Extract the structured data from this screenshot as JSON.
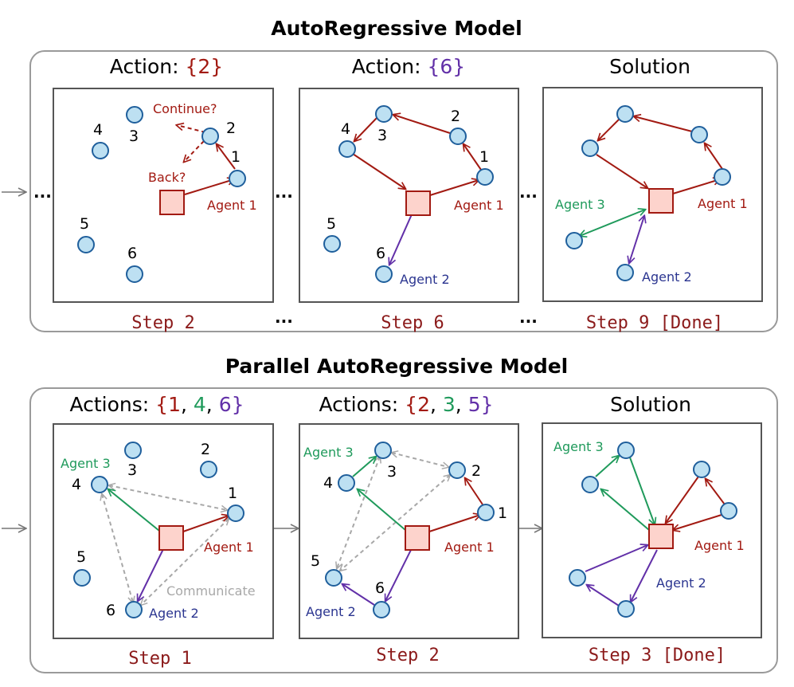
{
  "colors": {
    "red": "#a21a12",
    "green": "#1f9a5b",
    "purple": "#6230a8",
    "gray": "#a8a8a8",
    "node_fill": "#bde0f2",
    "node_stroke": "#1f5f9c",
    "agent_fill": "#fdd3cc",
    "agent_stroke": "#a21a12",
    "step_text": "#8b1a1a"
  },
  "top": {
    "title": "AutoRegressive Model",
    "ellipsis": "...",
    "panels": [
      {
        "header_prefix": "Action: ",
        "header_open": "{",
        "header_value": "2",
        "header_close": "}",
        "step": "Step 2",
        "labels": {
          "agent1": "Agent 1",
          "continue": "Continue?",
          "back": "Back?"
        },
        "node_labels": {
          "n1": "1",
          "n2": "2",
          "n3": "3",
          "n4": "4",
          "n5": "5",
          "n6": "6"
        }
      },
      {
        "header_prefix": "Action: ",
        "header_open": "{",
        "header_value": "6",
        "header_close": "}",
        "step": "Step 6",
        "labels": {
          "agent1": "Agent 1",
          "agent2": "Agent 2"
        },
        "node_labels": {
          "n1": "1",
          "n2": "2",
          "n3": "3",
          "n4": "4",
          "n5": "5",
          "n6": "6"
        }
      },
      {
        "header": "Solution",
        "step": "Step 9 [Done]",
        "labels": {
          "agent1": "Agent 1",
          "agent2": "Agent 2",
          "agent3": "Agent 3"
        }
      }
    ]
  },
  "bottom": {
    "title": "Parallel AutoRegressive Model",
    "panels": [
      {
        "header_prefix": "Actions: ",
        "header_open": "{",
        "v1": "1",
        "sep1": ", ",
        "v2": "4",
        "sep2": ", ",
        "v3": "6",
        "header_close": "}",
        "step": "Step 1",
        "labels": {
          "agent1": "Agent 1",
          "agent2": "Agent 2",
          "agent3": "Agent 3",
          "communicate": "Communicate"
        },
        "node_labels": {
          "n1": "1",
          "n2": "2",
          "n3": "3",
          "n4": "4",
          "n5": "5",
          "n6": "6"
        }
      },
      {
        "header_prefix": "Actions: ",
        "header_open": "{",
        "v1": "2",
        "sep1": ", ",
        "v2": "3",
        "sep2": ", ",
        "v3": "5",
        "header_close": "}",
        "step": "Step 2",
        "labels": {
          "agent1": "Agent 1",
          "agent2": "Agent 2",
          "agent3": "Agent 3"
        },
        "node_labels": {
          "n1": "1",
          "n2": "2",
          "n3": "3",
          "n4": "4",
          "n5": "5",
          "n6": "6"
        }
      },
      {
        "header": "Solution",
        "step": "Step 3 [Done]",
        "labels": {
          "agent1": "Agent 1",
          "agent2": "Agent 2",
          "agent3": "Agent 3"
        }
      }
    ]
  }
}
